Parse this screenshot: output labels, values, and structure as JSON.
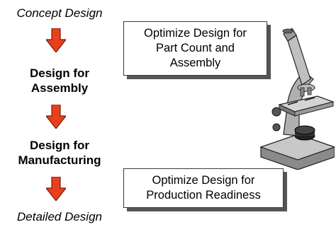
{
  "stages": [
    "Concept Design",
    "Design for\nAssembly",
    "Design for\nManufacturing",
    "Detailed Design"
  ],
  "callouts": {
    "top": "Optimize Design for\nPart Count and\nAssembly",
    "bottom": "Optimize Design for\nProduction Readiness"
  },
  "colors": {
    "arrow_fill": "#e8401c",
    "arrow_stroke": "#7a1a08",
    "box_shadow": "#555555"
  },
  "illustration": "microscope-icon"
}
